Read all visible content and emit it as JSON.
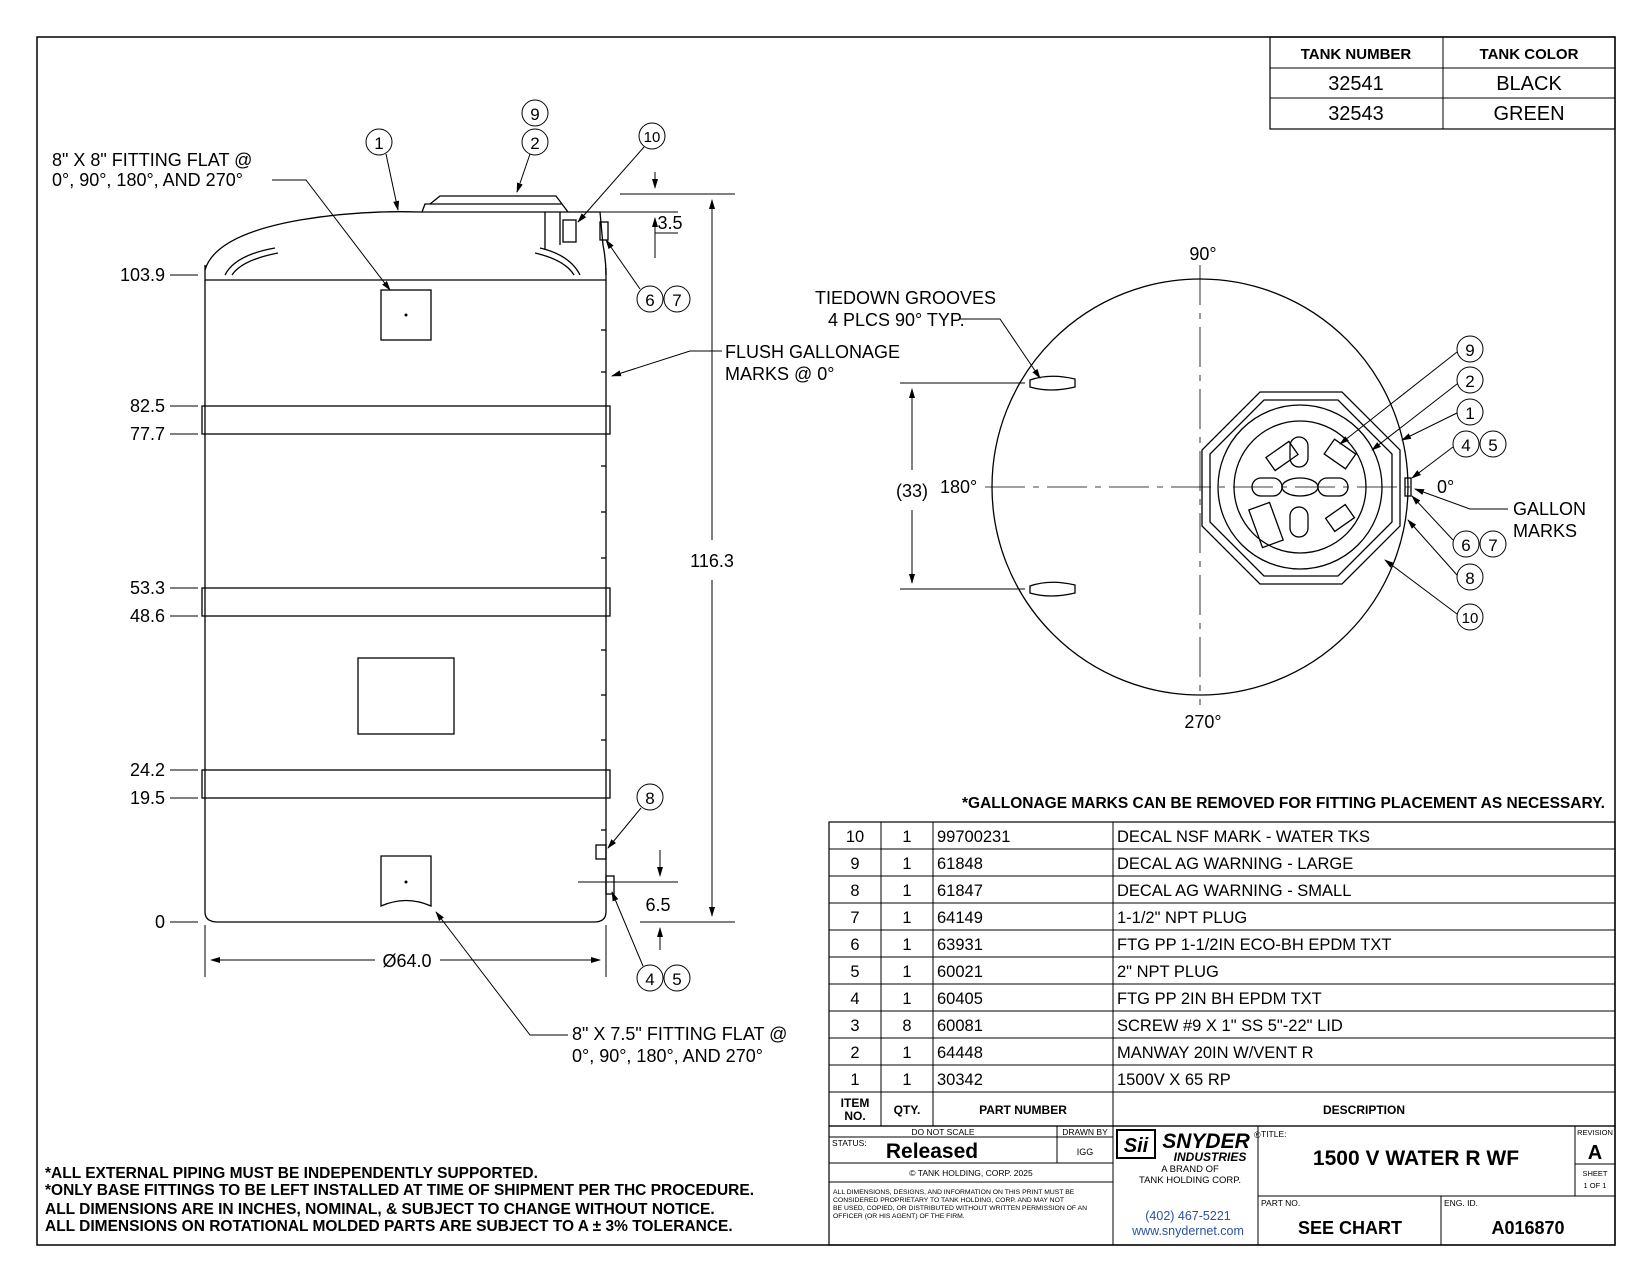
{
  "tank_table": {
    "headers": [
      "TANK NUMBER",
      "TANK COLOR"
    ],
    "rows": [
      [
        "32541",
        "BLACK"
      ],
      [
        "32543",
        "GREEN"
      ]
    ]
  },
  "side_view": {
    "callout_fitting_flat_top": [
      "8\" X 8\" FITTING FLAT @",
      "0°, 90°, 180°, AND 270°"
    ],
    "callout_gallonage": [
      "FLUSH GALLONAGE",
      "MARKS @ 0°"
    ],
    "callout_fitting_flat_bottom": [
      "8\" X 7.5\" FITTING FLAT @",
      "0°, 90°, 180°, AND 270°"
    ],
    "height_labels": [
      "103.9",
      "82.5",
      "77.7",
      "53.3",
      "48.6",
      "24.2",
      "19.5",
      "0"
    ],
    "overall_height": "116.3",
    "top_dim": "3.5",
    "bottom_dim": "6.5",
    "diameter": "Ø64.0",
    "balloons": [
      "1",
      "9",
      "2",
      "10",
      "6",
      "7",
      "8",
      "4",
      "5"
    ]
  },
  "top_view": {
    "angles": {
      "top": "90°",
      "left": "180°",
      "right": "0°",
      "bottom": "270°"
    },
    "tiedown": [
      "TIEDOWN GROOVES",
      "4 PLCS 90° TYP."
    ],
    "gallon_marks": [
      "GALLON",
      "MARKS"
    ],
    "dim": "33",
    "balloons": [
      "9",
      "2",
      "1",
      "4",
      "5",
      "6",
      "7",
      "8",
      "10"
    ]
  },
  "gallonage_note": "*GALLONAGE MARKS CAN BE REMOVED FOR FITTING PLACEMENT AS NECESSARY.",
  "bom": {
    "rows": [
      [
        "10",
        "1",
        "99700231",
        "DECAL NSF MARK - WATER TKS"
      ],
      [
        "9",
        "1",
        "61848",
        "DECAL AG WARNING - LARGE"
      ],
      [
        "8",
        "1",
        "61847",
        "DECAL AG WARNING - SMALL"
      ],
      [
        "7",
        "1",
        "64149",
        "1-1/2\" NPT PLUG"
      ],
      [
        "6",
        "1",
        "63931",
        "FTG PP 1-1/2IN ECO-BH EPDM TXT"
      ],
      [
        "5",
        "1",
        "60021",
        "2\" NPT PLUG"
      ],
      [
        "4",
        "1",
        "60405",
        "FTG PP 2IN BH EPDM TXT"
      ],
      [
        "3",
        "8",
        "60081",
        "SCREW #9 X 1\" SS 5\"-22\" LID"
      ],
      [
        "2",
        "1",
        "64448",
        "MANWAY 20IN W/VENT R"
      ],
      [
        "1",
        "1",
        "30342",
        "1500V X 65 RP"
      ]
    ],
    "header": {
      "item": [
        "ITEM",
        "NO."
      ],
      "qty": "QTY.",
      "part": "PART NUMBER",
      "desc": "DESCRIPTION"
    }
  },
  "notes": [
    "*ALL EXTERNAL PIPING MUST BE INDEPENDENTLY SUPPORTED.",
    "*ONLY BASE FITTINGS TO BE LEFT INSTALLED AT TIME OF SHIPMENT PER THC PROCEDURE.",
    "ALL DIMENSIONS ARE IN INCHES, NOMINAL, & SUBJECT TO CHANGE WITHOUT NOTICE.",
    "ALL DIMENSIONS ON ROTATIONAL MOLDED PARTS ARE SUBJECT TO A ± 3% TOLERANCE."
  ],
  "title_block": {
    "do_not_scale": "DO NOT SCALE",
    "drawn_by_label": "DRAWN BY",
    "drawn_by": "IGG",
    "status_label": "STATUS:",
    "status": "Released",
    "copyright": "© TANK HOLDING, CORP. 2025",
    "legal": [
      "ALL DIMENSIONS, DESIGNS, AND INFORMATION ON THIS PRINT MUST BE",
      "CONSIDERED PROPRIETARY TO TANK HOLDING, CORP. AND MAY NOT",
      "BE USED, COPIED, OR DISTRIBUTED WITHOUT WRITTEN PERMISSION OF AN",
      "OFFICER (OR HIS AGENT) OF THE FIRM."
    ],
    "logo_mark": "Sii",
    "logo_name": "SNYDER",
    "logo_sub": "INDUSTRIES",
    "logo_registered": "®",
    "brand_line1": "A BRAND OF",
    "brand_line2": "TANK HOLDING CORP.",
    "phone": "(402) 467-5221",
    "website": "www.snydernet.com",
    "title_label": "TITLE:",
    "title": "1500 V WATER R WF",
    "revision_label": "REVISION",
    "revision": "A",
    "sheet_label": "SHEET",
    "sheet": "1 OF 1",
    "part_no_label": "PART NO.",
    "part_no": "SEE CHART",
    "eng_id_label": "ENG. ID.",
    "eng_id": "A016870"
  }
}
